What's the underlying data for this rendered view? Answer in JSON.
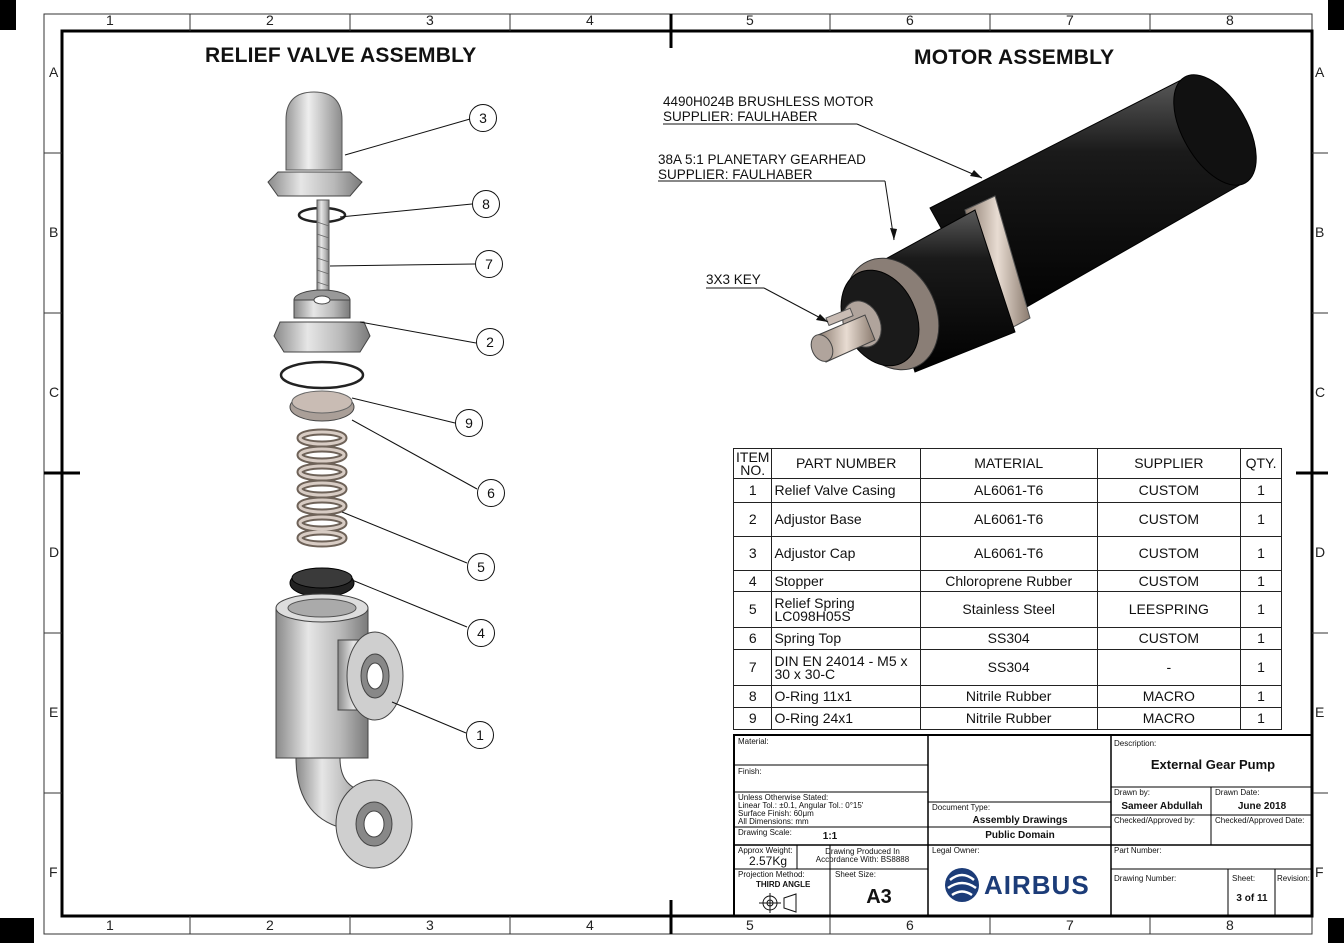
{
  "zones": {
    "columns": [
      "1",
      "2",
      "3",
      "4",
      "5",
      "6",
      "7",
      "8"
    ],
    "rows": [
      "A",
      "B",
      "C",
      "D",
      "E",
      "F"
    ]
  },
  "titles": {
    "relief": "RELIEF VALVE ASSEMBLY",
    "motor": "MOTOR ASSEMBLY"
  },
  "callouts": [
    "3",
    "8",
    "7",
    "2",
    "9",
    "6",
    "5",
    "4",
    "1"
  ],
  "motor_labels": {
    "motor_line1": "4490H024B BRUSHLESS MOTOR",
    "motor_line2": "SUPPLIER: FAULHABER",
    "gear_line1": "38A 5:1 PLANETARY GEARHEAD",
    "gear_line2": "SUPPLIER: FAULHABER",
    "key": "3X3 KEY"
  },
  "bom": {
    "headers": [
      "ITEM NO.",
      "PART NUMBER",
      "MATERIAL",
      "SUPPLIER",
      "QTY."
    ],
    "rows": [
      [
        "1",
        "Relief Valve Casing",
        "AL6061-T6",
        "CUSTOM",
        "1"
      ],
      [
        "2",
        "Adjustor Base",
        "AL6061-T6",
        "CUSTOM",
        "1"
      ],
      [
        "3",
        "Adjustor Cap",
        "AL6061-T6",
        "CUSTOM",
        "1"
      ],
      [
        "4",
        "Stopper",
        "Chloroprene Rubber",
        "CUSTOM",
        "1"
      ],
      [
        "5",
        "Relief Spring LC098H05S",
        "Stainless Steel",
        "LEESPRING",
        "1"
      ],
      [
        "6",
        "Spring Top",
        "SS304",
        "CUSTOM",
        "1"
      ],
      [
        "7",
        "DIN EN 24014 - M5 x 30 x 30-C",
        "SS304",
        "-",
        "1"
      ],
      [
        "8",
        "O-Ring 11x1",
        "Nitrile Rubber",
        "MACRO",
        "1"
      ],
      [
        "9",
        "O-Ring 24x1",
        "Nitrile Rubber",
        "MACRO",
        "1"
      ]
    ]
  },
  "title_block": {
    "material_label": "Material:",
    "finish_label": "Finish:",
    "tolerance_line1": "Unless Otherwise Stated:",
    "tolerance_line2": "Linear Tol.: ±0.1, Angular Tol.: 0°15'",
    "tolerance_line3": "Surface Finish: 60μm",
    "tolerance_line4": "All Dimensions: mm",
    "scale_label": "Drawing Scale:",
    "scale_value": "1:1",
    "weight_label": "Approx Weight:",
    "weight_value": "2.57Kg",
    "produced_line1": "Drawing Produced In",
    "produced_line2": "Accordance With: BS8888",
    "projection_label": "Projection Method:",
    "projection_value": "THIRD ANGLE",
    "sheet_size_label": "Sheet Size:",
    "sheet_size_value": "A3",
    "doc_type_label": "Document Type:",
    "doc_type_value": "Assembly Drawings",
    "classification": "Public Domain",
    "legal_owner_label": "Legal Owner:",
    "owner_logo": "AIRBUS",
    "description_label": "Description:",
    "description_value": "External Gear Pump",
    "drawn_by_label": "Drawn by:",
    "drawn_by_value": "Sameer Abdullah",
    "drawn_date_label": "Drawn Date:",
    "drawn_date_value": "June 2018",
    "checked_label": "Checked/Approved by:",
    "checked_date_label": "Checked/Approved Date:",
    "part_number_label": "Part Number:",
    "drawing_number_label": "Drawing Number:",
    "sheet_label": "Sheet:",
    "sheet_value": "3 of 11",
    "revision_label": "Revision:"
  }
}
